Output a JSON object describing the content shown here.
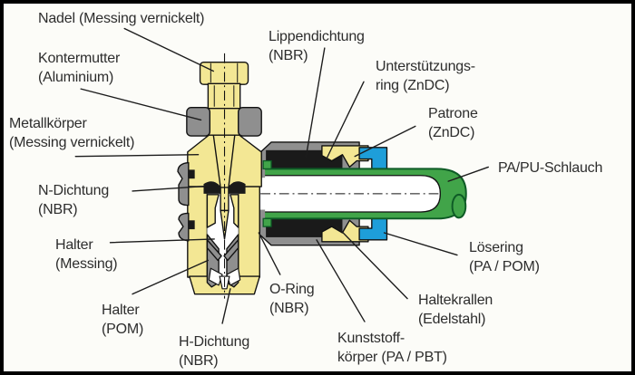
{
  "labels": {
    "nadel": {
      "l1": "Nadel (Messing vernickelt)"
    },
    "kontermutter": {
      "l1": "Kontermutter",
      "l2": "(Aluminium)"
    },
    "metallkoerper": {
      "l1": "Metallkörper",
      "l2": "(Messing vernickelt)"
    },
    "n_dichtung": {
      "l1": "N-Dichtung",
      "l2": "(NBR)"
    },
    "halter_messing": {
      "l1": "Halter",
      "l2": "(Messing)"
    },
    "halter_pom": {
      "l1": "Halter",
      "l2": "(POM)"
    },
    "h_dichtung": {
      "l1": "H-Dichtung",
      "l2": "(NBR)"
    },
    "o_ring": {
      "l1": "O-Ring",
      "l2": "(NBR)"
    },
    "lippendichtung": {
      "l1": "Lippendichtung",
      "l2": "(NBR)"
    },
    "unterstuetzungsring": {
      "l1": "Unterstützungs-",
      "l2": "ring (ZnDC)"
    },
    "patrone": {
      "l1": "Patrone",
      "l2": "(ZnDC)"
    },
    "pa_pu_schlauch": {
      "l1": "PA/PU-Schlauch"
    },
    "loesering": {
      "l1": "Lösering",
      "l2": "(PA / POM)"
    },
    "haltekrallen": {
      "l1": "Haltekrallen",
      "l2": "(Edelstahl)"
    },
    "kunststoffkoerper": {
      "l1": "Kunststoff-",
      "l2": "körper (PA / PBT)"
    }
  },
  "colors": {
    "background": "#FCFCF8",
    "frame": "#000000",
    "brass_yellow": "#F3E794",
    "metal_gray": "#8F8F8F",
    "seal_black": "#1A1A1A",
    "release_ring_blue": "#1E9ED9",
    "tube_green": "#41A449",
    "tube_green_dark": "#0E5B26",
    "white": "#FFFFFF",
    "line": "#1C1C1C",
    "text": "#2D2D2D"
  }
}
